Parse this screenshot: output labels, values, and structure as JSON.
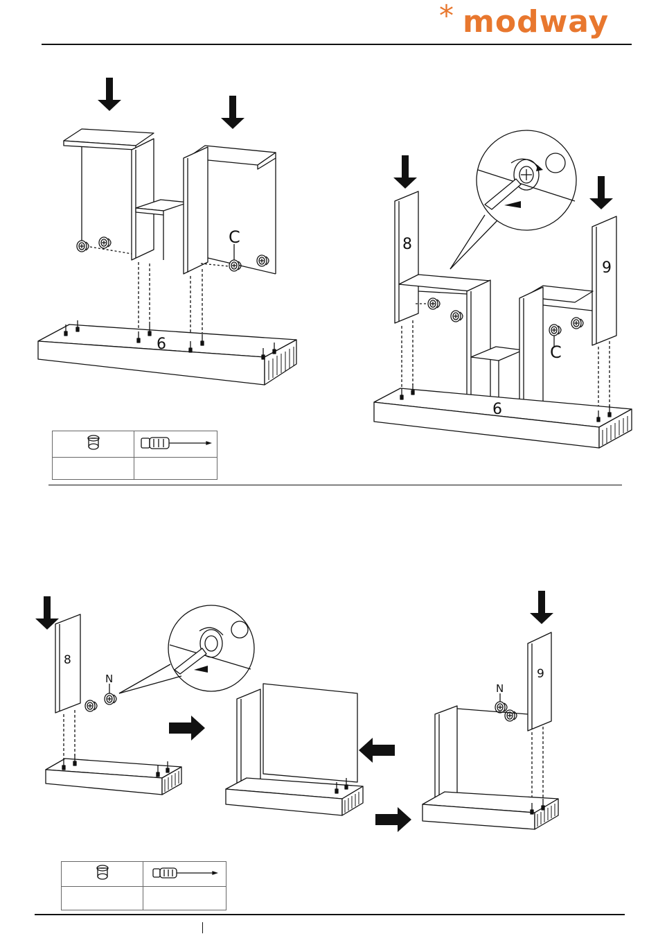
{
  "brand": {
    "name": "modway",
    "mark": "*",
    "color": "#e8772e"
  },
  "top_steps": {
    "left": {
      "panel_label": "6",
      "hardware_label": "C"
    },
    "right": {
      "panel_labels": [
        "8",
        "9",
        "6"
      ],
      "hardware_label": "C"
    }
  },
  "bottom_steps": {
    "left": {
      "panel_label": "8",
      "hardware_label": "N"
    },
    "right": {
      "panel_label": "9",
      "hardware_label": "N"
    }
  },
  "tool_tables": [
    {
      "icons": [
        "cam-lock-icon",
        "screwdriver-icon"
      ],
      "counts": [
        "",
        ""
      ]
    },
    {
      "icons": [
        "cam-lock-icon",
        "screwdriver-icon"
      ],
      "counts": [
        "",
        ""
      ]
    }
  ]
}
